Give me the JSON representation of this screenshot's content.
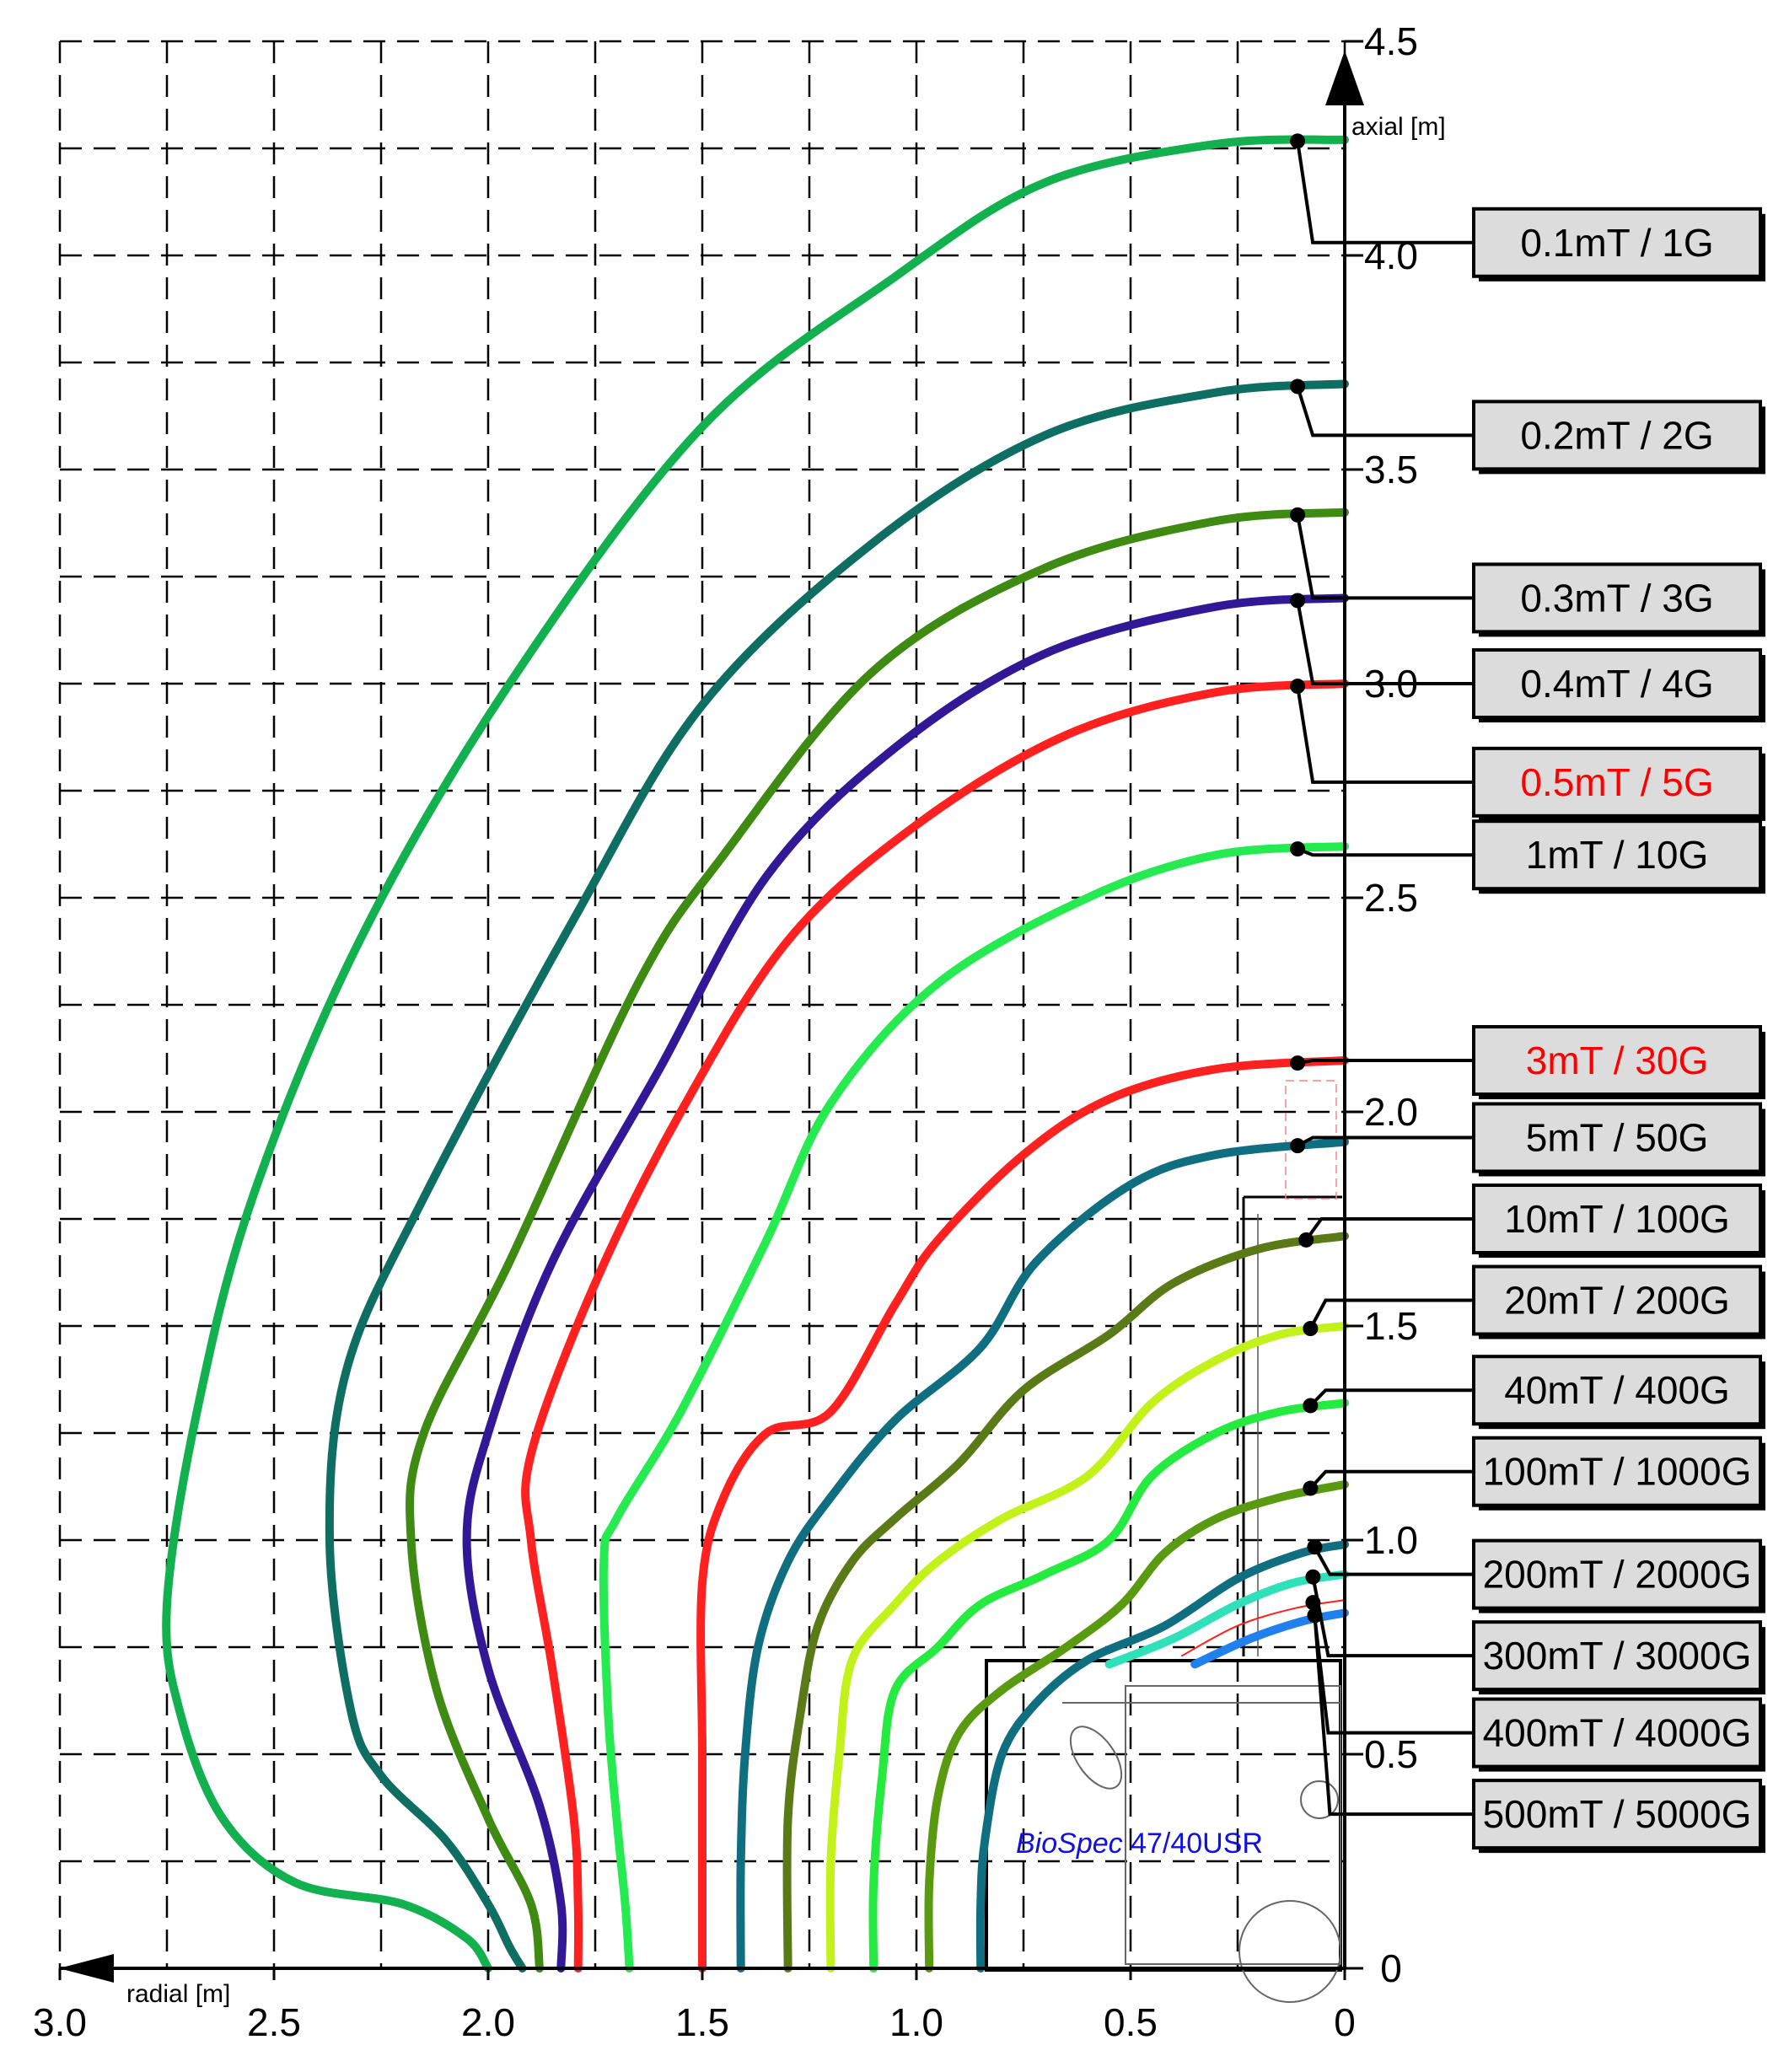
{
  "chart_data": {
    "type": "line",
    "xlabel": "radial [m]",
    "ylabel": "axial [m]",
    "xlim": [
      3.0,
      0
    ],
    "ylim": [
      0,
      4.5
    ],
    "x_ticks": [
      "3.0",
      "2.5",
      "2.0",
      "1.5",
      "1.0",
      "0.5",
      "0"
    ],
    "y_ticks": [
      "0",
      "0.5",
      "1.0",
      "1.5",
      "2.0",
      "2.5",
      "3.0",
      "3.5",
      "4.0",
      "4.5"
    ],
    "grid": "dashed, 0.25 m spacing",
    "instrument_label": {
      "italic": "BioSpec",
      "plain": " 47/40USR",
      "color": "#1010e0"
    },
    "label_colors": {
      "normal": "#000000",
      "highlight": "#ff0000"
    },
    "series": [
      {
        "name": "0.1mT / 1G",
        "color": "#12b04e",
        "label_y": 4.03,
        "points": [
          [
            0,
            4.27
          ],
          [
            0.3,
            4.26
          ],
          [
            0.7,
            4.17
          ],
          [
            1.05,
            3.95
          ],
          [
            1.5,
            3.6
          ],
          [
            1.95,
            3.0
          ],
          [
            2.3,
            2.4
          ],
          [
            2.55,
            1.8
          ],
          [
            2.68,
            1.3
          ],
          [
            2.75,
            0.85
          ],
          [
            2.72,
            0.6
          ],
          [
            2.62,
            0.35
          ],
          [
            2.45,
            0.2
          ],
          [
            2.2,
            0.15
          ],
          [
            2.05,
            0.07
          ],
          [
            2.0,
            0
          ]
        ]
      },
      {
        "name": "0.2mT / 2G",
        "color": "#0f6e62",
        "label_y": 3.58,
        "points": [
          [
            0,
            3.7
          ],
          [
            0.3,
            3.68
          ],
          [
            0.7,
            3.58
          ],
          [
            1.1,
            3.33
          ],
          [
            1.5,
            2.95
          ],
          [
            1.8,
            2.45
          ],
          [
            2.15,
            1.8
          ],
          [
            2.33,
            1.4
          ],
          [
            2.37,
            1.0
          ],
          [
            2.32,
            0.6
          ],
          [
            2.25,
            0.45
          ],
          [
            2.1,
            0.3
          ],
          [
            2.0,
            0.15
          ],
          [
            1.95,
            0.05
          ],
          [
            1.92,
            0
          ]
        ]
      },
      {
        "name": "0.3mT / 3G",
        "color": "#3f8a12",
        "label_y": 3.2,
        "points": [
          [
            0,
            3.4
          ],
          [
            0.3,
            3.38
          ],
          [
            0.7,
            3.27
          ],
          [
            1.1,
            3.03
          ],
          [
            1.45,
            2.6
          ],
          [
            1.65,
            2.3
          ],
          [
            1.95,
            1.65
          ],
          [
            2.15,
            1.25
          ],
          [
            2.18,
            1.0
          ],
          [
            2.12,
            0.65
          ],
          [
            2.0,
            0.35
          ],
          [
            1.9,
            0.15
          ],
          [
            1.88,
            0
          ]
        ]
      },
      {
        "name": "0.4mT / 4G",
        "color": "#321896",
        "label_y": 3.0,
        "points": [
          [
            0,
            3.2
          ],
          [
            0.3,
            3.18
          ],
          [
            0.7,
            3.07
          ],
          [
            1.05,
            2.85
          ],
          [
            1.35,
            2.55
          ],
          [
            1.6,
            2.1
          ],
          [
            1.85,
            1.65
          ],
          [
            2.0,
            1.25
          ],
          [
            2.05,
            1.0
          ],
          [
            2.0,
            0.7
          ],
          [
            1.88,
            0.38
          ],
          [
            1.83,
            0.15
          ],
          [
            1.83,
            0
          ]
        ]
      },
      {
        "name": "0.5mT / 5G",
        "color": "#ff2020",
        "label_y": 2.77,
        "points": [
          [
            0,
            3.0
          ],
          [
            0.3,
            2.98
          ],
          [
            0.65,
            2.88
          ],
          [
            1.0,
            2.67
          ],
          [
            1.3,
            2.4
          ],
          [
            1.55,
            2.0
          ],
          [
            1.75,
            1.6
          ],
          [
            1.9,
            1.2
          ],
          [
            1.9,
            1.0
          ],
          [
            1.85,
            0.7
          ],
          [
            1.8,
            0.35
          ],
          [
            1.79,
            0.15
          ],
          [
            1.79,
            0
          ]
        ]
      },
      {
        "name": "1mT / 10G",
        "color": "#25ea50",
        "label_y": 2.6,
        "points": [
          [
            0,
            2.62
          ],
          [
            0.3,
            2.6
          ],
          [
            0.6,
            2.5
          ],
          [
            0.95,
            2.3
          ],
          [
            1.2,
            2.02
          ],
          [
            1.35,
            1.7
          ],
          [
            1.55,
            1.3
          ],
          [
            1.7,
            1.05
          ],
          [
            1.73,
            0.95
          ],
          [
            1.72,
            0.6
          ],
          [
            1.7,
            0.35
          ],
          [
            1.68,
            0.15
          ],
          [
            1.67,
            0
          ]
        ]
      },
      {
        "name": "3mT / 30G",
        "color": "#ff2020",
        "label_y": 2.12,
        "points": [
          [
            0,
            2.12
          ],
          [
            0.3,
            2.1
          ],
          [
            0.55,
            2.03
          ],
          [
            0.75,
            1.9
          ],
          [
            0.95,
            1.7
          ],
          [
            1.05,
            1.55
          ],
          [
            1.2,
            1.3
          ],
          [
            1.35,
            1.25
          ],
          [
            1.45,
            1.1
          ],
          [
            1.5,
            0.9
          ],
          [
            1.5,
            0.5
          ],
          [
            1.5,
            0.15
          ],
          [
            1.5,
            0
          ]
        ]
      },
      {
        "name": "5mT / 50G",
        "color": "#0f6e80",
        "label_y": 1.94,
        "points": [
          [
            0,
            1.93
          ],
          [
            0.3,
            1.9
          ],
          [
            0.5,
            1.83
          ],
          [
            0.72,
            1.65
          ],
          [
            0.85,
            1.45
          ],
          [
            1.05,
            1.28
          ],
          [
            1.2,
            1.1
          ],
          [
            1.3,
            0.95
          ],
          [
            1.37,
            0.75
          ],
          [
            1.4,
            0.5
          ],
          [
            1.41,
            0.25
          ],
          [
            1.41,
            0
          ]
        ]
      },
      {
        "name": "10mT / 100G",
        "color": "#5a7a18",
        "label_y": 1.75,
        "points": [
          [
            0,
            1.71
          ],
          [
            0.2,
            1.68
          ],
          [
            0.4,
            1.6
          ],
          [
            0.55,
            1.48
          ],
          [
            0.75,
            1.35
          ],
          [
            0.9,
            1.18
          ],
          [
            1.05,
            1.05
          ],
          [
            1.15,
            0.95
          ],
          [
            1.23,
            0.8
          ],
          [
            1.27,
            0.6
          ],
          [
            1.3,
            0.35
          ],
          [
            1.3,
            0
          ]
        ]
      },
      {
        "name": "20mT / 200G",
        "color": "#c2f21a",
        "label_y": 1.56,
        "points": [
          [
            0,
            1.5
          ],
          [
            0.15,
            1.48
          ],
          [
            0.3,
            1.42
          ],
          [
            0.45,
            1.32
          ],
          [
            0.6,
            1.15
          ],
          [
            0.8,
            1.05
          ],
          [
            0.95,
            0.95
          ],
          [
            1.05,
            0.85
          ],
          [
            1.15,
            0.72
          ],
          [
            1.18,
            0.5
          ],
          [
            1.2,
            0.25
          ],
          [
            1.2,
            0
          ]
        ]
      },
      {
        "name": "40mT / 400G",
        "color": "#25ea40",
        "label_y": 1.35,
        "points": [
          [
            0,
            1.32
          ],
          [
            0.15,
            1.3
          ],
          [
            0.3,
            1.25
          ],
          [
            0.45,
            1.15
          ],
          [
            0.55,
            1.0
          ],
          [
            0.7,
            0.92
          ],
          [
            0.85,
            0.85
          ],
          [
            0.95,
            0.75
          ],
          [
            1.05,
            0.65
          ],
          [
            1.08,
            0.45
          ],
          [
            1.1,
            0.2
          ],
          [
            1.1,
            0
          ]
        ]
      },
      {
        "name": "100mT / 1000G",
        "color": "#5a9a10",
        "label_y": 1.16,
        "points": [
          [
            0,
            1.13
          ],
          [
            0.15,
            1.1
          ],
          [
            0.3,
            1.05
          ],
          [
            0.42,
            0.97
          ],
          [
            0.52,
            0.85
          ],
          [
            0.65,
            0.75
          ],
          [
            0.8,
            0.65
          ],
          [
            0.9,
            0.55
          ],
          [
            0.95,
            0.4
          ],
          [
            0.97,
            0.2
          ],
          [
            0.97,
            0
          ]
        ]
      },
      {
        "name": "200mT / 2000G",
        "color": "#0f6e80",
        "label_y": 0.92,
        "points": [
          [
            0,
            0.99
          ],
          [
            0.1,
            0.97
          ],
          [
            0.25,
            0.91
          ],
          [
            0.42,
            0.8
          ],
          [
            0.6,
            0.72
          ],
          [
            0.72,
            0.62
          ],
          [
            0.8,
            0.5
          ],
          [
            0.84,
            0.3
          ],
          [
            0.85,
            0.15
          ],
          [
            0.85,
            0
          ]
        ]
      },
      {
        "name": "300mT / 3000G",
        "color": "#30e0b8",
        "label_y": 0.73,
        "points": [
          [
            0,
            0.92
          ],
          [
            0.12,
            0.9
          ],
          [
            0.25,
            0.85
          ],
          [
            0.4,
            0.77
          ],
          [
            0.55,
            0.71
          ]
        ]
      },
      {
        "name": "400mT / 4000G",
        "color": "#ff2020",
        "label_y": 0.55,
        "points": [
          [
            0,
            0.86
          ],
          [
            0.12,
            0.84
          ],
          [
            0.25,
            0.8
          ],
          [
            0.38,
            0.73
          ]
        ]
      },
      {
        "name": "500mT / 5000G",
        "color": "#2080ee",
        "label_y": 0.36,
        "points": [
          [
            0,
            0.83
          ],
          [
            0.1,
            0.81
          ],
          [
            0.22,
            0.77
          ],
          [
            0.35,
            0.71
          ]
        ]
      }
    ]
  }
}
